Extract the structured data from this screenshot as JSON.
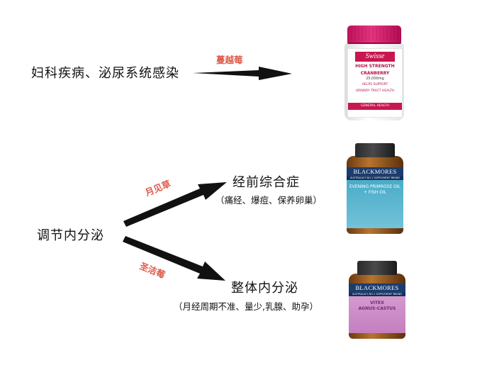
{
  "labels": {
    "top_left": "妇科疾病、泌尿系统感染",
    "middle_left": "调节内分泌",
    "branch_top": "经前综合症",
    "branch_top_sub": "（痛经、爆痘、保养卵巢）",
    "branch_bottom": "整体内分泌",
    "branch_bottom_sub": "（月经周期不准、量少,乳腺、助孕）"
  },
  "arrow_labels": {
    "cranberry": "蔓越莓",
    "evening_primrose": "月见草",
    "vitex": "圣洁莓"
  },
  "products": {
    "swisse": {
      "brand": "Swisse",
      "line1": "HIGH STRENGTH",
      "line2": "CRANBERRY",
      "line3": "25,000mg",
      "line4": "HELPS SUPPORT",
      "line5": "URINARY TRACT HEALTH",
      "band": "GENERAL HEALTH"
    },
    "blackmores_1": {
      "brand": "BLACKMORES",
      "tag": "AUSTRALIA'S NO.1 SUPPLEMENT BRAND",
      "name1": "EVENING PRIMROSE OIL",
      "name2": "+ FISH OIL"
    },
    "blackmores_2": {
      "brand": "BLACKMORES",
      "tag": "AUSTRALIA'S NO.1 SUPPLEMENT BRAND",
      "name1": "VITEX",
      "name2": "AGNUS-CASTUS"
    }
  },
  "colors": {
    "arrow": "#111111",
    "arrow_label": "#e05a4a",
    "swisse_pink": "#c8174f",
    "blackmores_navy": "#1d3c6e"
  }
}
